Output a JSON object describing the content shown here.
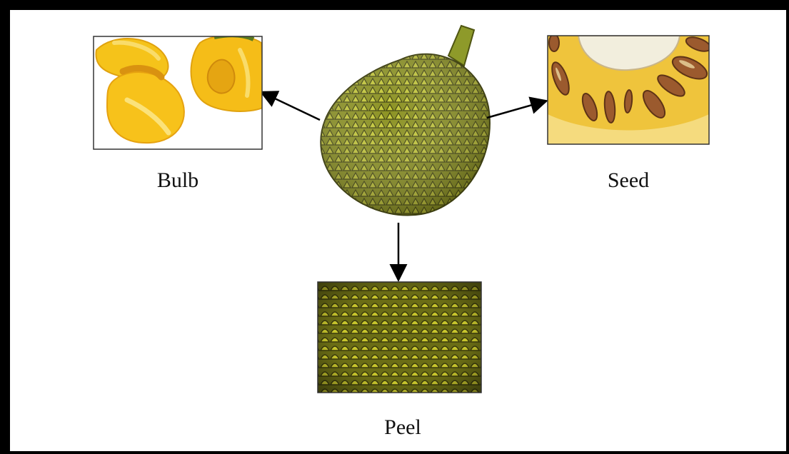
{
  "diagram": {
    "center": {
      "subject": "jackfruit"
    },
    "parts": [
      {
        "id": "bulb",
        "label": "Bulb"
      },
      {
        "id": "seed",
        "label": "Seed"
      },
      {
        "id": "peel",
        "label": "Peel"
      }
    ]
  },
  "colors": {
    "frame": "#000000",
    "bulb_yellow": "#f5c31a",
    "peel_green": "#a6ad22",
    "seed_brown": "#9b5a2e"
  }
}
